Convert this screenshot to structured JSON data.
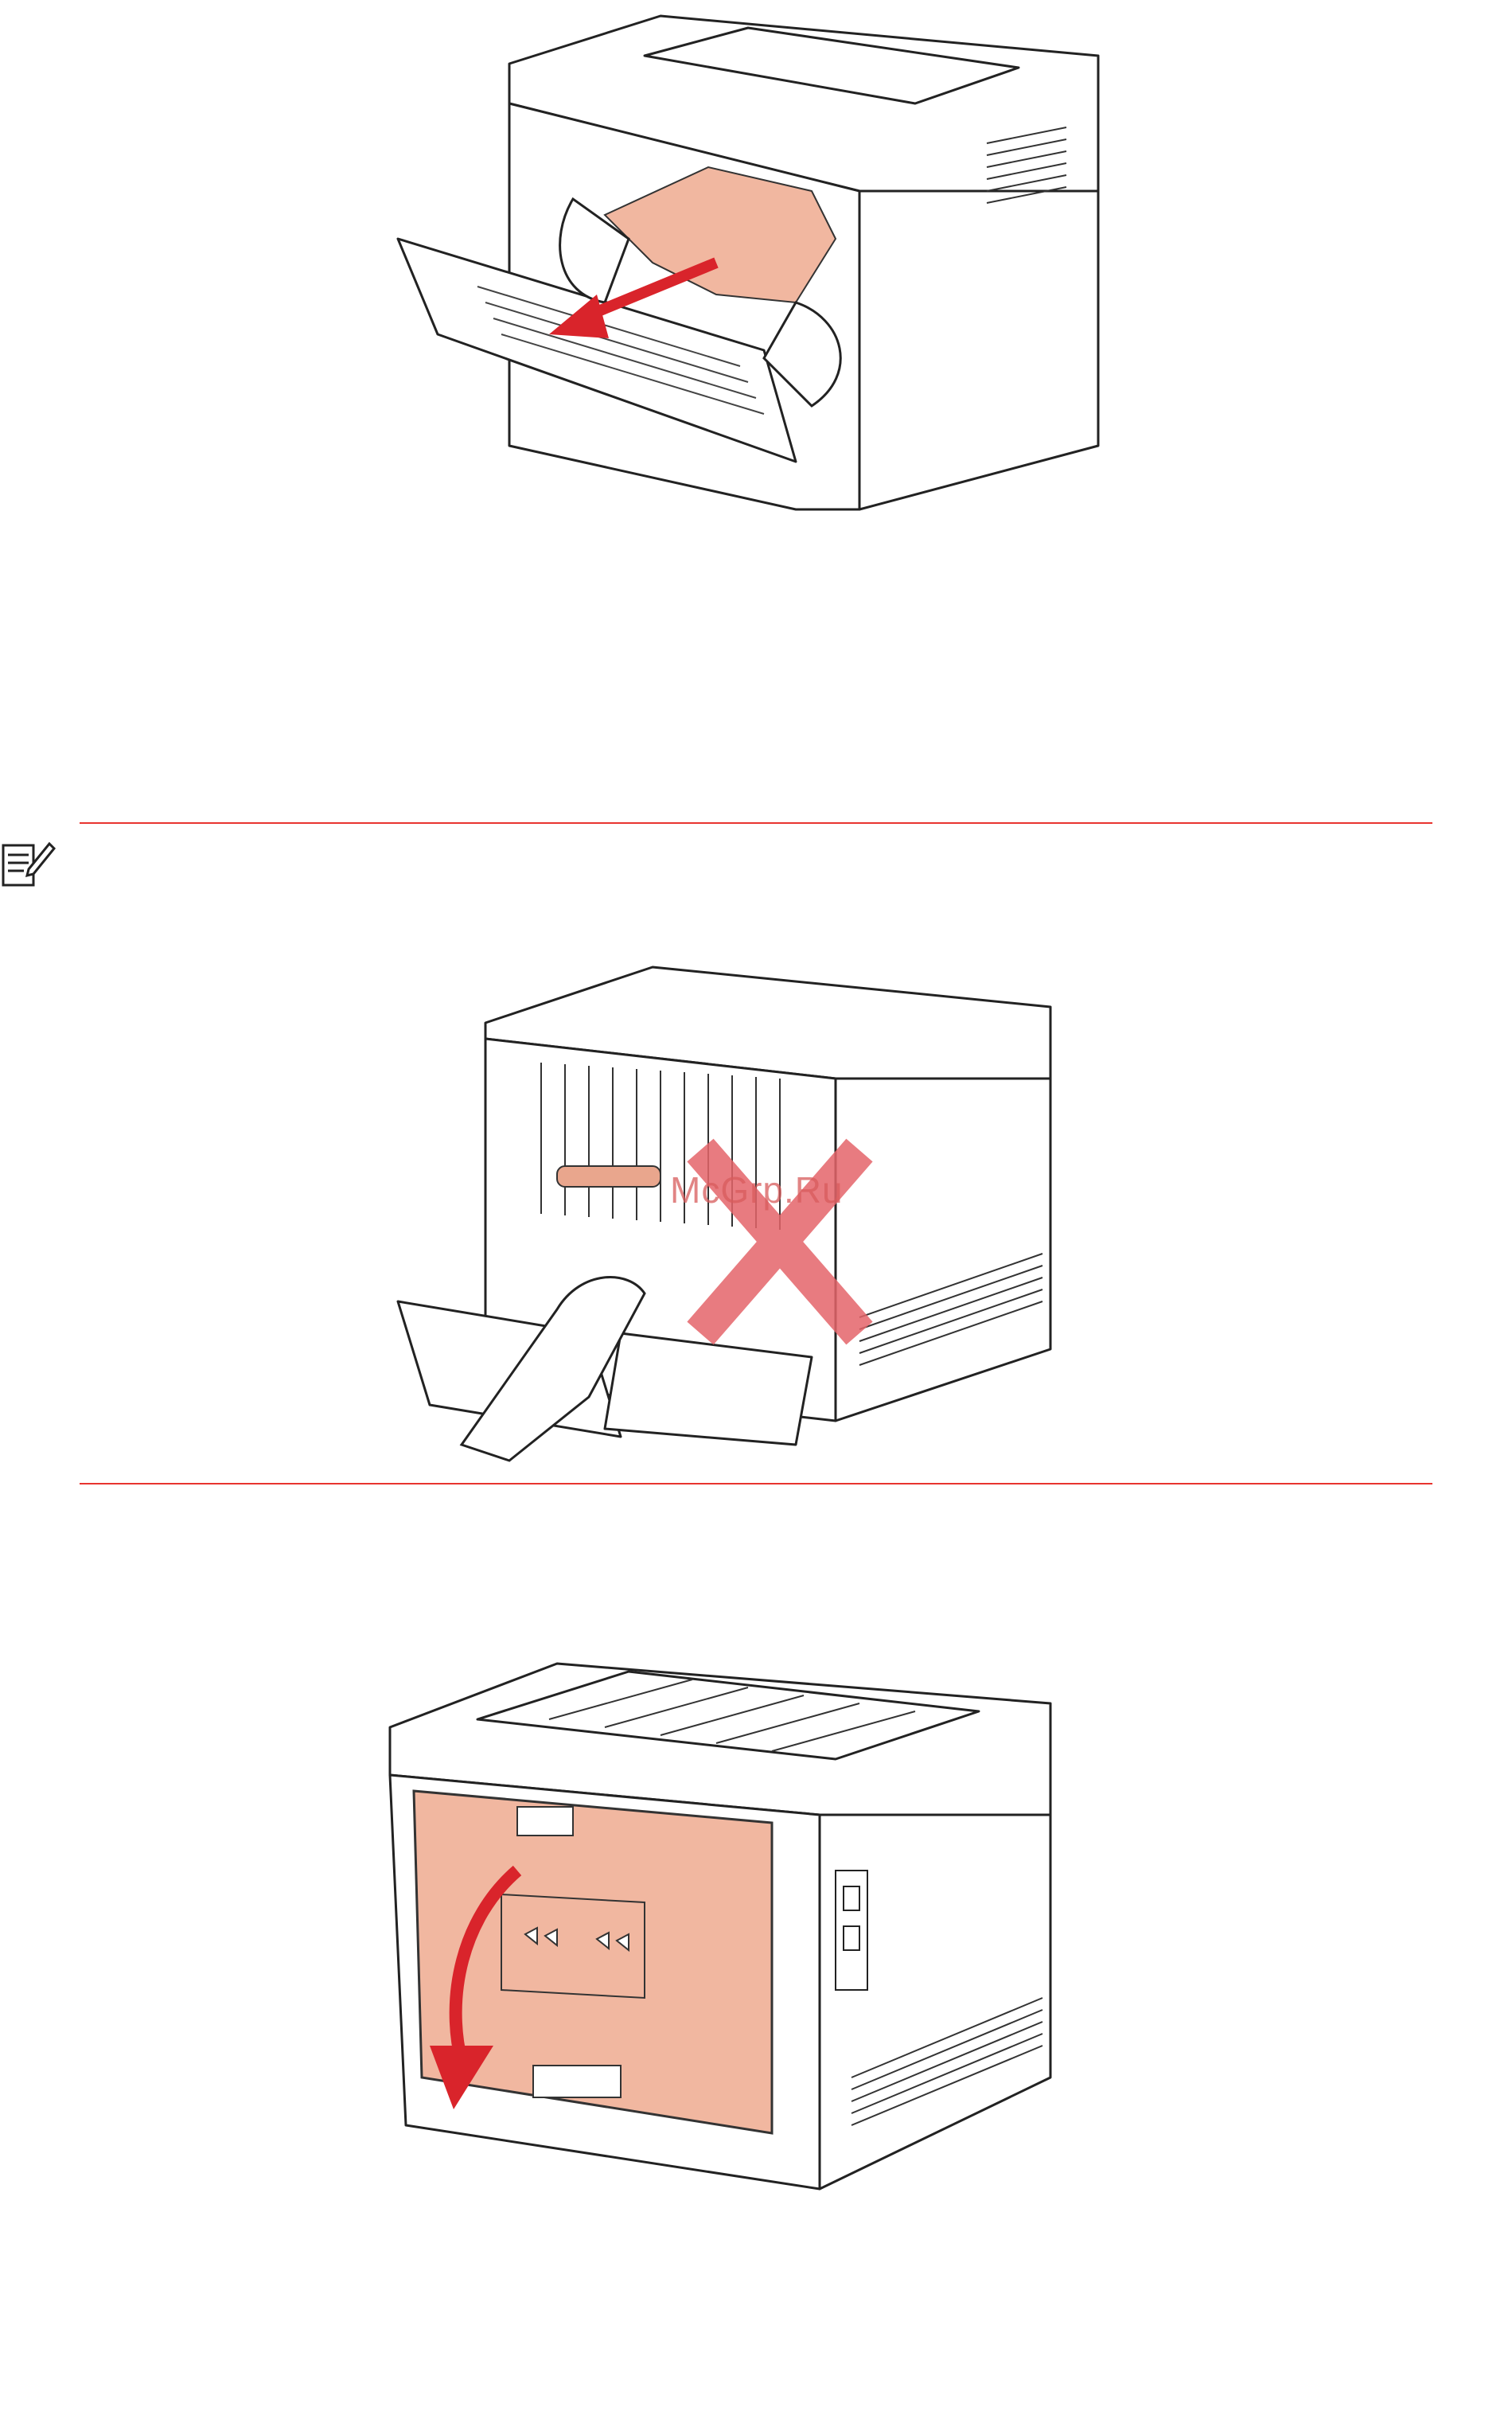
{
  "watermark": {
    "text": "McGrp.Ru"
  },
  "colors": {
    "accent_red": "#e8342f",
    "paper_highlight": "#f1b7a0",
    "arrow_red": "#d9242b",
    "cross_red": "#e5656a"
  },
  "icons": {
    "note": "note-pencil-icon"
  },
  "figures": [
    {
      "id": "front-jam-removal",
      "description_icon": "printer-front-open-icon"
    },
    {
      "id": "fuser-do-not-touch",
      "description_icon": "printer-rear-open-icon"
    },
    {
      "id": "rear-cover-open",
      "description_icon": "printer-rear-closed-icon"
    }
  ]
}
